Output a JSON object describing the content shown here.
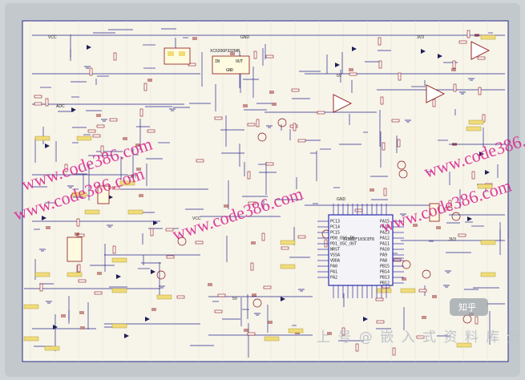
{
  "schematic": {
    "regulator_part": "XC6206P332MR",
    "regulator_pins": [
      "IN",
      "OUT",
      "GND"
    ],
    "mcu_part": "STM32F103C8T6",
    "mcu_left_pins": [
      "PC13",
      "PC14",
      "PC15",
      "PD0_OSC_IN",
      "PD1_OSC_OUT",
      "NRST",
      "VSSA",
      "VDDA",
      "PA0",
      "PA1",
      "PA2"
    ],
    "mcu_right_pins": [
      "PA15",
      "PA14",
      "PA13",
      "PA12",
      "PA11",
      "PA10",
      "PA9",
      "PA8",
      "PB15",
      "PB14",
      "PB13",
      "PB12"
    ],
    "net_labels": [
      "VCC",
      "GND",
      "3V3",
      "5V",
      "ADC",
      "OUT"
    ],
    "colors": {
      "sheet": "#f7f4ea",
      "wire": "#2a2a8c",
      "component": "#8a1414",
      "net_flag": "#f1dc7a",
      "mcu_body": "#f4f4f8",
      "mcu_border": "#2b2bb0",
      "label_text": "#1a1a1a",
      "watermark": "#d8218e"
    }
  },
  "watermarks": [
    "www.code386.com",
    "www.code386.com",
    "www.code386.com",
    "www.code386.com",
    "www.code386.com"
  ],
  "footer_watermark": "上 号 @ 嵌 入 式 资 料 库 分 享",
  "badge": {
    "text": "知乎",
    "icon": "zhihu-logo-icon"
  }
}
